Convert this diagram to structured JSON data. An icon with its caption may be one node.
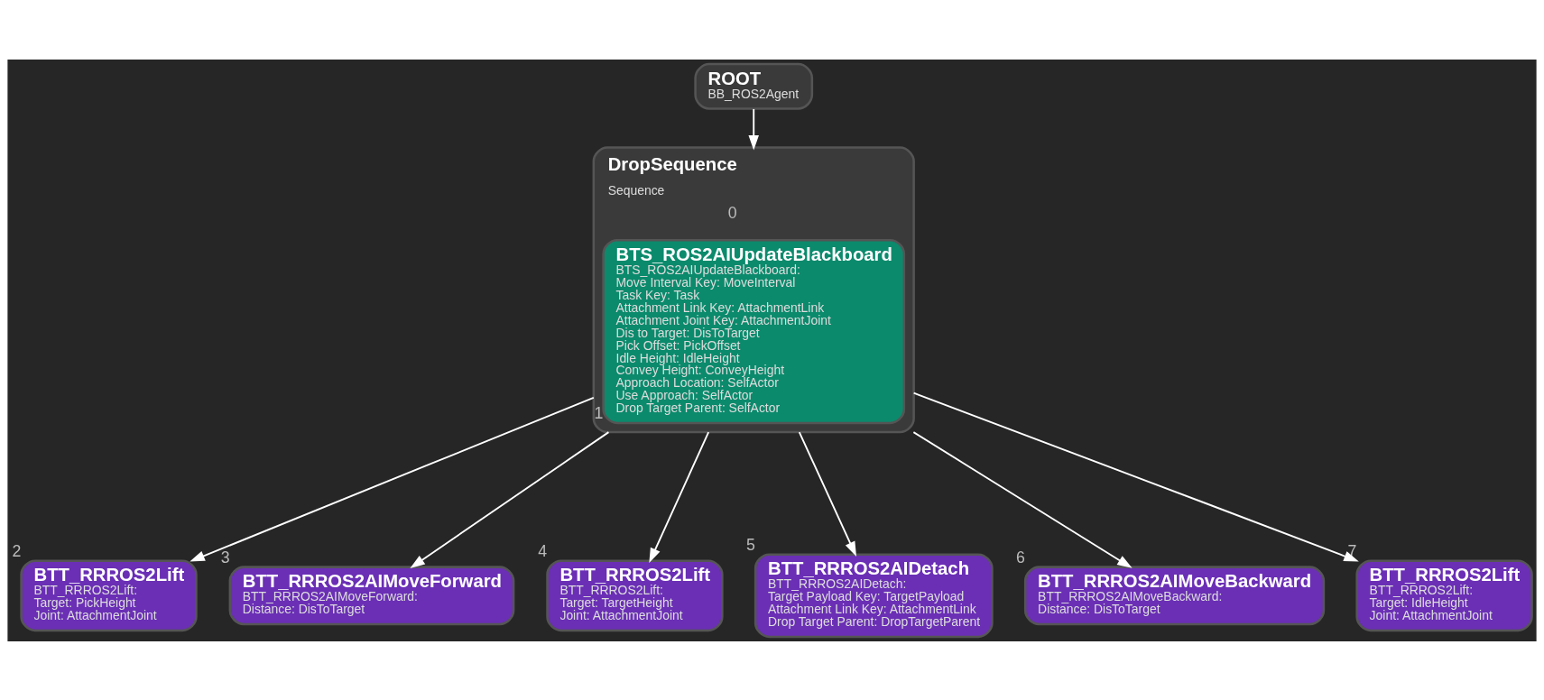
{
  "diagram": {
    "nodes": [
      {
        "text": [
          "ROOT",
          "BB_ROS2Agent"
        ]
      },
      {
        "text": [
          "DropSequence",
          "Sequence"
        ],
        "beside": [
          "0"
        ]
      },
      {
        "text": [
          "BTS_ROS2AIUpdateBlackboard",
          "BTS_ROS2AIUpdateBlackboard:",
          "Move Interval Key: MoveInterval",
          "Task Key: Task",
          "Attachment Link Key: AttachmentLink",
          "Attachment Joint Key: AttachmentJoint",
          "Dis to Target: DisToTarget",
          "Pick Offset: PickOffset",
          "Idle Height: IdleHeight",
          "Convey Height: ConveyHeight",
          "Approach Location: SelfActor",
          "Use Approach: SelfActor",
          "Drop Target Parent: SelfActor"
        ],
        "in": 1,
        "beside": [
          "1"
        ]
      },
      {
        "text": [
          "BTT_RRROS2Lift",
          "BTT_RRROS2Lift:",
          "Target: PickHeight",
          "Joint: AttachmentJoint"
        ],
        "beside": [
          "2"
        ]
      },
      {
        "text": [
          "BTT_RRROS2AIMoveForward",
          "BTT_RRROS2AIMoveForward:",
          "Distance: DisToTarget"
        ],
        "beside": [
          "3"
        ]
      },
      {
        "text": [
          "BTT_RRROS2Lift",
          "BTT_RRROS2Lift:",
          "Target: TargetHeight",
          "Joint: AttachmentJoint"
        ],
        "beside": [
          "4"
        ]
      },
      {
        "text": [
          "BTT_RRROS2AIDetach",
          "BTT_RRROS2AIDetach:",
          "Target Payload Key: TargetPayload",
          "Attachment Link Key: AttachmentLink",
          "Drop Target Parent: DropTargetParent"
        ],
        "beside": [
          "5"
        ]
      },
      {
        "text": [
          "BTT_RRROS2AIMoveBackward",
          "BTT_RRROS2AIMoveBackward:",
          "Distance: DisToTarget"
        ],
        "beside": [
          "6"
        ]
      },
      {
        "text": [
          "BTT_RRROS2Lift",
          "BTT_RRROS2Lift:",
          "Target: IdleHeight",
          "Joint: AttachmentJoint"
        ],
        "beside": [
          "7"
        ]
      }
    ],
    "edges": [
      {
        "from": 0,
        "to": 1,
        "arrow": "to"
      },
      {
        "from": 1,
        "to": 3,
        "arrow": "to"
      },
      {
        "from": 1,
        "to": 4,
        "arrow": "to"
      },
      {
        "from": 1,
        "to": 5,
        "arrow": "to"
      },
      {
        "from": 1,
        "to": 6,
        "arrow": "to"
      },
      {
        "from": 1,
        "to": 7,
        "arrow": "to"
      },
      {
        "from": 1,
        "to": 8,
        "arrow": "to"
      }
    ]
  }
}
